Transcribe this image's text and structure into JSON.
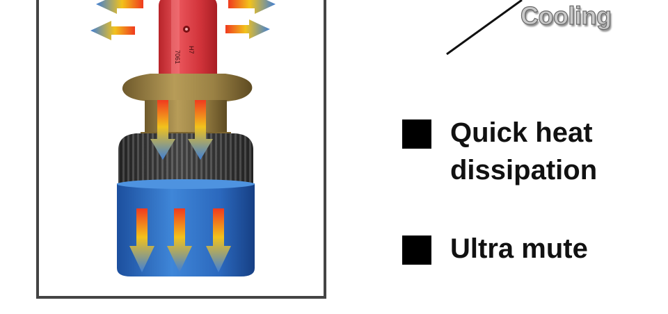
{
  "cooling_label": "Cooling",
  "features": [
    {
      "line1": "Quick heat",
      "line2": "dissipation"
    },
    {
      "line1": "Ultra mute",
      "line2": ""
    }
  ],
  "bulb": {
    "base_marking_1": "7061",
    "base_marking_2": "H7"
  },
  "colors": {
    "frame": "#444444",
    "bulb_red": "#d8383f",
    "base_gold": "#9c8446",
    "heatsink_dark": "#2e2e2e",
    "body_blue": "#2f6fbf",
    "arrow_hot": "#f04020",
    "arrow_mid": "#f0c020",
    "arrow_cool": "#4a7fd0"
  }
}
